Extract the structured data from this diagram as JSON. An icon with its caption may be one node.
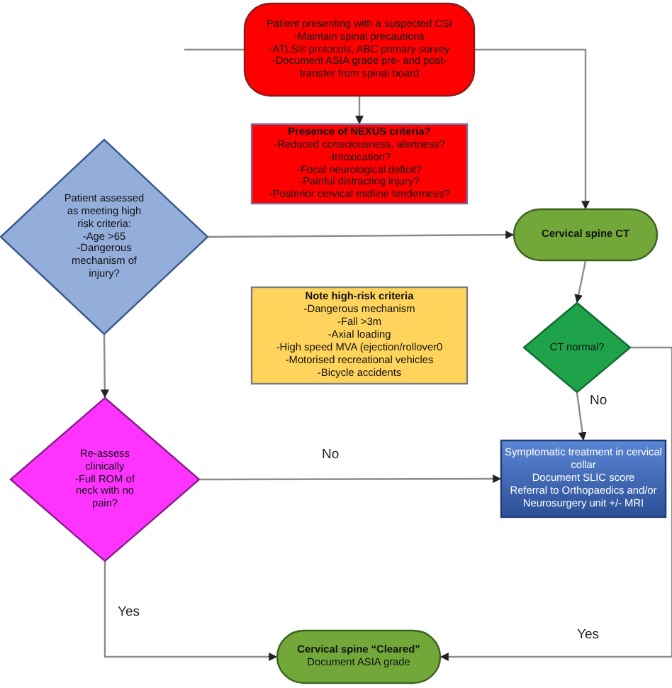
{
  "diagram": {
    "nodes": [
      {
        "text": [
          "Patient presenting with a suspected CSI",
          "-Maintain spinal precautions",
          "-ATLS® protocols, ABC primary survey",
          "-Document ASIA grade pre- and post-transfer from spinal board"
        ]
      },
      {
        "text": [
          "Presence of NEXUS criteria?",
          "-Reduced consciousness, alertness?",
          "-Intoxication?",
          "-Focal neurological deficit?",
          "-Painful distracting injury?",
          "-Posterior cervical midline tenderness?"
        ]
      },
      {
        "text": [
          "Patient assessed as meeting high risk criteria:",
          "-Age >65",
          "-Dangerous mechanism of injury?"
        ]
      },
      {
        "text": [
          "Cervical spine CT"
        ]
      },
      {
        "text": [
          "Note high-risk criteria",
          "-Dangerous mechanism",
          "-Fall >3m",
          "-Axial loading",
          "-High speed MVA (ejection/rollover0",
          "-Motorised recreational vehicles",
          "-Bicycle accidents"
        ]
      },
      {
        "text": [
          "CT normal?"
        ]
      },
      {
        "text": [
          "Re-assess clinically",
          "-Full ROM of neck with no pain?"
        ]
      },
      {
        "text": [
          "Symptomatic treatment in cervical collar",
          "Document SLIC score",
          "Referral to Orthopaedics and/or Neurosurgery unit +/- MRI"
        ]
      },
      {
        "text": [
          "Cervical spine “Cleared”",
          "Document ASIA grade"
        ]
      }
    ],
    "edges": [
      {
        "from": 0,
        "to": 1,
        "arrow": "to"
      },
      {
        "from": 0,
        "to": null,
        "arrow": "none"
      },
      {
        "from": 0,
        "to": 3,
        "arrow": "to"
      },
      {
        "from": 2,
        "to": 3,
        "arrow": "to"
      },
      {
        "from": 2,
        "to": 6,
        "arrow": "to"
      },
      {
        "from": 3,
        "to": 5,
        "arrow": "to"
      },
      {
        "from": 5,
        "to": 7,
        "label": "No",
        "arrow": "to"
      },
      {
        "from": 5,
        "to": 8,
        "label": "Yes",
        "arrow": "to"
      },
      {
        "from": 6,
        "to": 7,
        "label": "No",
        "arrow": "to"
      },
      {
        "from": 6,
        "to": 8,
        "label": "Yes",
        "arrow": "to"
      }
    ]
  }
}
